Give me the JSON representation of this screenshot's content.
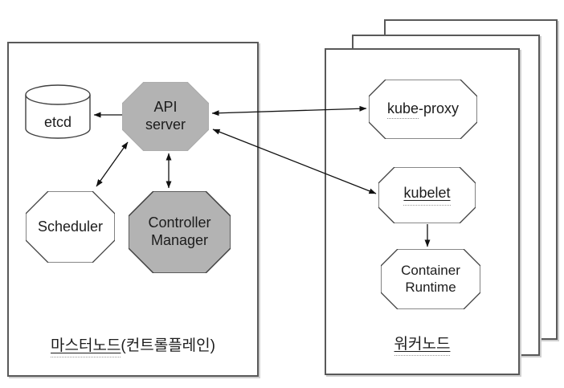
{
  "master_node": {
    "caption": {
      "underlined": "마스터노드",
      "rest": "(컨트롤플레인)"
    },
    "etcd": {
      "label": "etcd"
    },
    "api_server": {
      "line1": "API",
      "line2": "server"
    },
    "scheduler": {
      "label": "Scheduler"
    },
    "controller_manager": {
      "line1": "Controller",
      "line2": "Manager"
    }
  },
  "worker_node": {
    "caption": "워커노드",
    "kube_proxy": {
      "underlined": "kube",
      "rest": "-proxy"
    },
    "kubelet": {
      "label": "kubelet"
    },
    "container_runtime": {
      "line1": "Container",
      "line2": "Runtime"
    }
  },
  "edges": [
    {
      "from": "API server",
      "to": "etcd",
      "direction": "one-way"
    },
    {
      "from": "API server",
      "to": "Scheduler",
      "direction": "two-way"
    },
    {
      "from": "API server",
      "to": "Controller Manager",
      "direction": "two-way"
    },
    {
      "from": "API server",
      "to": "kube-proxy",
      "direction": "two-way"
    },
    {
      "from": "API server",
      "to": "kubelet",
      "direction": "two-way"
    },
    {
      "from": "kubelet",
      "to": "Container Runtime",
      "direction": "one-way"
    }
  ],
  "colors": {
    "gray_fill": "#b3b3b3",
    "white_fill": "#ffffff",
    "shape_border": "#404040",
    "frame_border": "#595959",
    "arrow": "#111111"
  }
}
